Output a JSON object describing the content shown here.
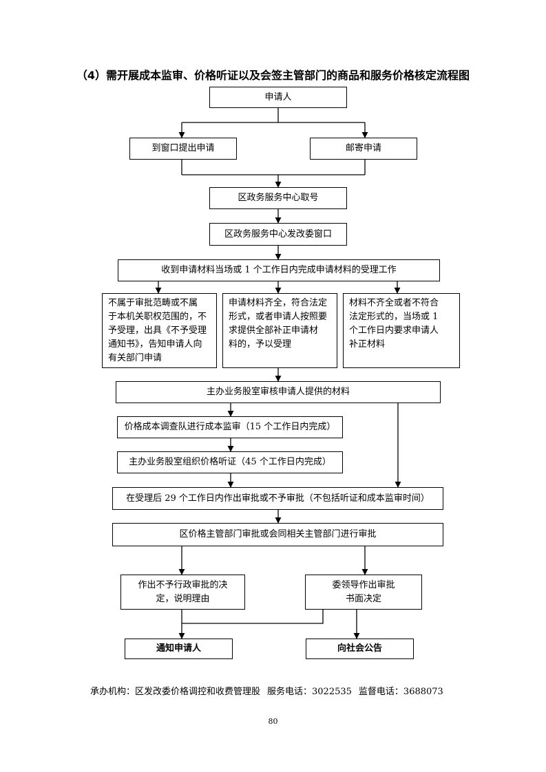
{
  "title": "（4）需开展成本监审、价格听证以及会签主管部门的商品和服务价格核定流程图",
  "nodes": {
    "applicant": "申请人",
    "window_submit": "到窗口提出申请",
    "mail_submit": "邮寄申请",
    "take_number": "区政务服务中心取号",
    "ndrc_window": "区政务服务中心发改委窗口",
    "receive_materials": "收到申请材料当场或 1 个工作日内完成申请材料的受理工作",
    "not_accepted": [
      "不属于审批范畴或不属",
      "于本机关职权范围的，不",
      "予受理，出具《不予受理",
      "通知书》，告知申请人向",
      "有关部门申请"
    ],
    "accepted": [
      "申请材料齐全，符合法定",
      "形式，或者申请人按照要",
      "求提供全部补正申请材",
      "料的，予以受理"
    ],
    "incomplete": [
      "材料不齐全或者不符合",
      "法定形式的，当场或 1",
      "个工作日内要求申请人",
      "补正材料"
    ],
    "review_materials": "主办业务股室审核申请人提供的材料",
    "cost_audit": "价格成本调查队进行成本监审（15 个工作日内完成）",
    "price_hearing": "主办业务股室组织价格听证（45 个工作日内完成）",
    "decision_29": "在受理后 29 个工作日内作出审批或不予审批（不包括听证和成本监审时间）",
    "cosign": "区价格主管部门审批或会同相关主管部门进行审批",
    "reject_decision": [
      "作出不予行政审批的决",
      "定，说明理由"
    ],
    "approve_decision": [
      "委领导作出审批",
      "书面决定"
    ],
    "notify_applicant": "通知申请人",
    "public_announce": "向社会公告"
  },
  "footer": {
    "org": "承办机构：区发改委价格调控和收费管理股",
    "service_phone": "服务电话：3022535",
    "supervise_phone": "监督电话：3688073"
  },
  "page_number": "80"
}
